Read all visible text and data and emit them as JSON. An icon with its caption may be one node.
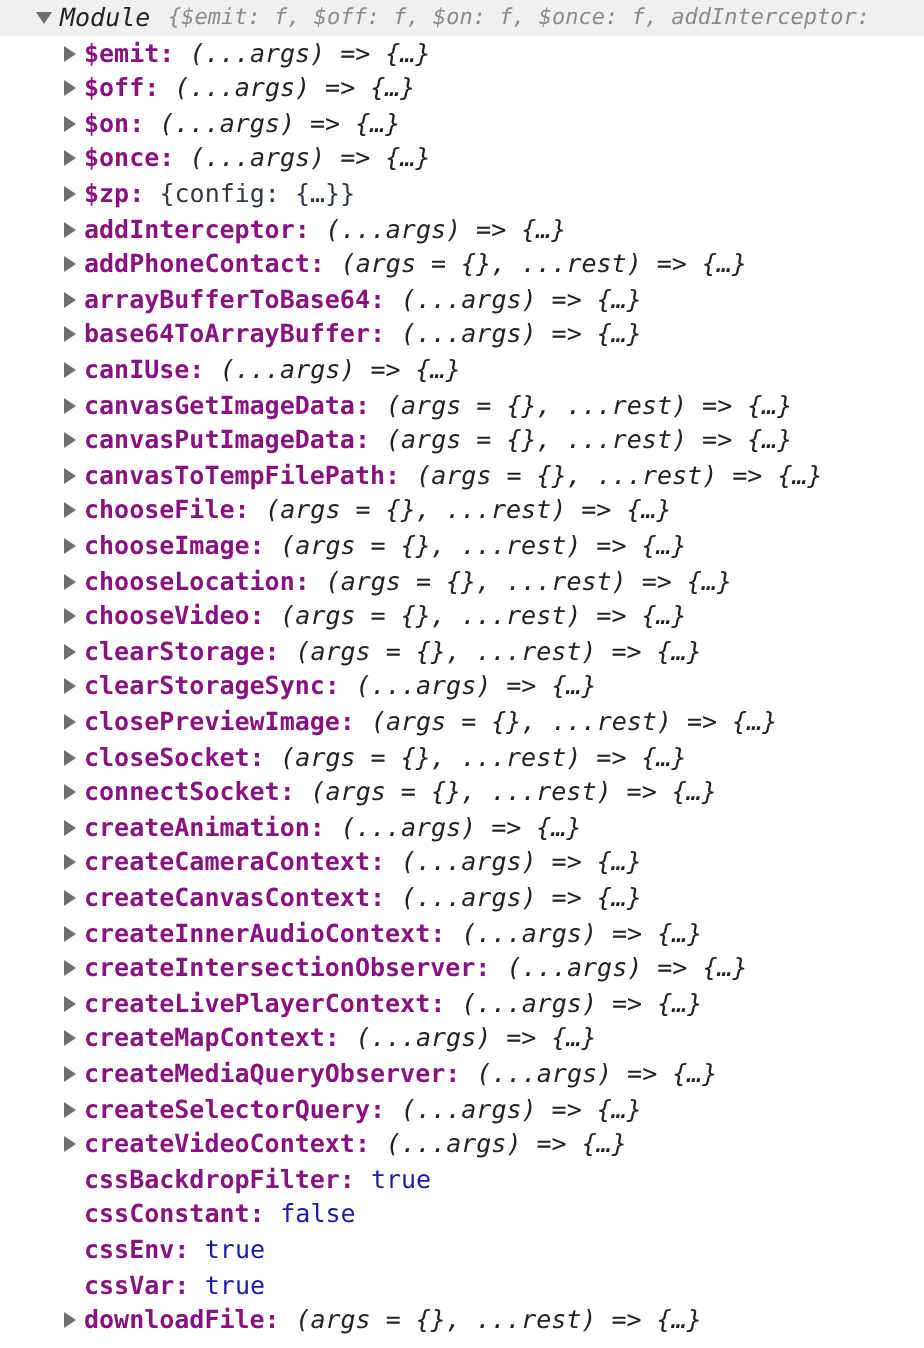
{
  "diagram": {
    "labels": [
      "Module",
      "{$emit: f, $off: f, $on: f, $once: f, addInterceptor:",
      "$emit:",
      "(...args) => {…}",
      "$off:",
      "(...args) => {…}",
      "$on:",
      "(...args) => {…}",
      "$once:",
      "(...args) => {…}",
      "$zp:",
      "{config: {…}}",
      "addInterceptor:",
      "(...args) => {…}",
      "addPhoneContact:",
      "(args = {}, ...rest) => {…}",
      "arrayBufferToBase64:",
      "(...args) => {…}",
      "base64ToArrayBuffer:",
      "(...args) => {…}",
      "canIUse:",
      "(...args) => {…}",
      "canvasGetImageData:",
      "(args = {}, ...rest) => {…}",
      "canvasPutImageData:",
      "(args = {}, ...rest) => {…}",
      "canvasToTempFilePath:",
      "(args = {}, ...rest) => {…}",
      "chooseFile:",
      "(args = {}, ...rest) => {…}",
      "chooseImage:",
      "(args = {}, ...rest) => {…}",
      "chooseLocation:",
      "(args = {}, ...rest) => {…}",
      "chooseVideo:",
      "(args = {}, ...rest) => {…}",
      "clearStorage:",
      "(args = {}, ...rest) => {…}",
      "clearStorageSync:",
      "(...args) => {…}",
      "closePreviewImage:",
      "(args = {}, ...rest) => {…}",
      "closeSocket:",
      "(args = {}, ...rest) => {…}",
      "connectSocket:",
      "(args = {}, ...rest) => {…}",
      "createAnimation:",
      "(...args) => {…}",
      "createCameraContext:",
      "(...args) => {…}",
      "createCanvasContext:",
      "(...args) => {…}",
      "createInnerAudioContext:",
      "(...args) => {…}",
      "createIntersectionObserver:",
      "(...args) => {…}",
      "createLivePlayerContext:",
      "(...args) => {…}",
      "createMapContext:",
      "(...args) => {…}",
      "createMediaQueryObserver:",
      "(...args) => {…}",
      "createSelectorQuery:",
      "(...args) => {…}",
      "createVideoContext:",
      "(...args) => {…}",
      "cssBackdropFilter:",
      "true",
      "cssConstant:",
      "false",
      "cssEnv:",
      "true",
      "cssVar:",
      "true",
      "downloadFile:",
      "(args = {}, ...rest) => {…}"
    ]
  }
}
